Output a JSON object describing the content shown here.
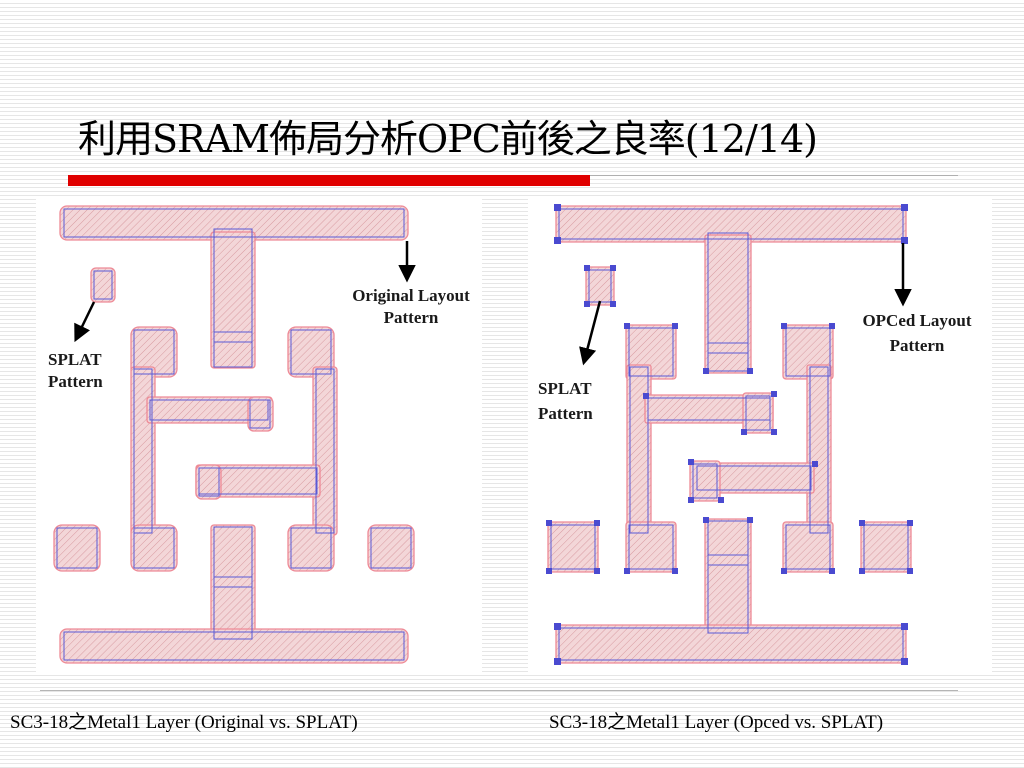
{
  "slide": {
    "title": "利用SRAM佈局分析OPC前後之良率(12/14)"
  },
  "left_figure": {
    "arrow_label_top_line1": "Original Layout",
    "arrow_label_top_line2": "Pattern",
    "arrow_label_left_line1": "SPLAT",
    "arrow_label_left_line2": "Pattern",
    "caption": "SC3-18之Metal1 Layer (Original vs. SPLAT)"
  },
  "right_figure": {
    "arrow_label_top_line1": "OPCed Layout",
    "arrow_label_top_line2": "Pattern",
    "arrow_label_left_line1": "SPLAT",
    "arrow_label_left_line2": "Pattern",
    "caption": "SC3-18之Metal1 Layer (Opced vs. SPLAT)"
  },
  "colors": {
    "title_rule_red": "#e00000",
    "pattern_fill": "#f3d6d8",
    "hatch_line": "#d89aa0",
    "splat_outline": "#ee8a96",
    "layout_outline": "#5a5ad6",
    "opc_serif": "#4a4ad0"
  }
}
